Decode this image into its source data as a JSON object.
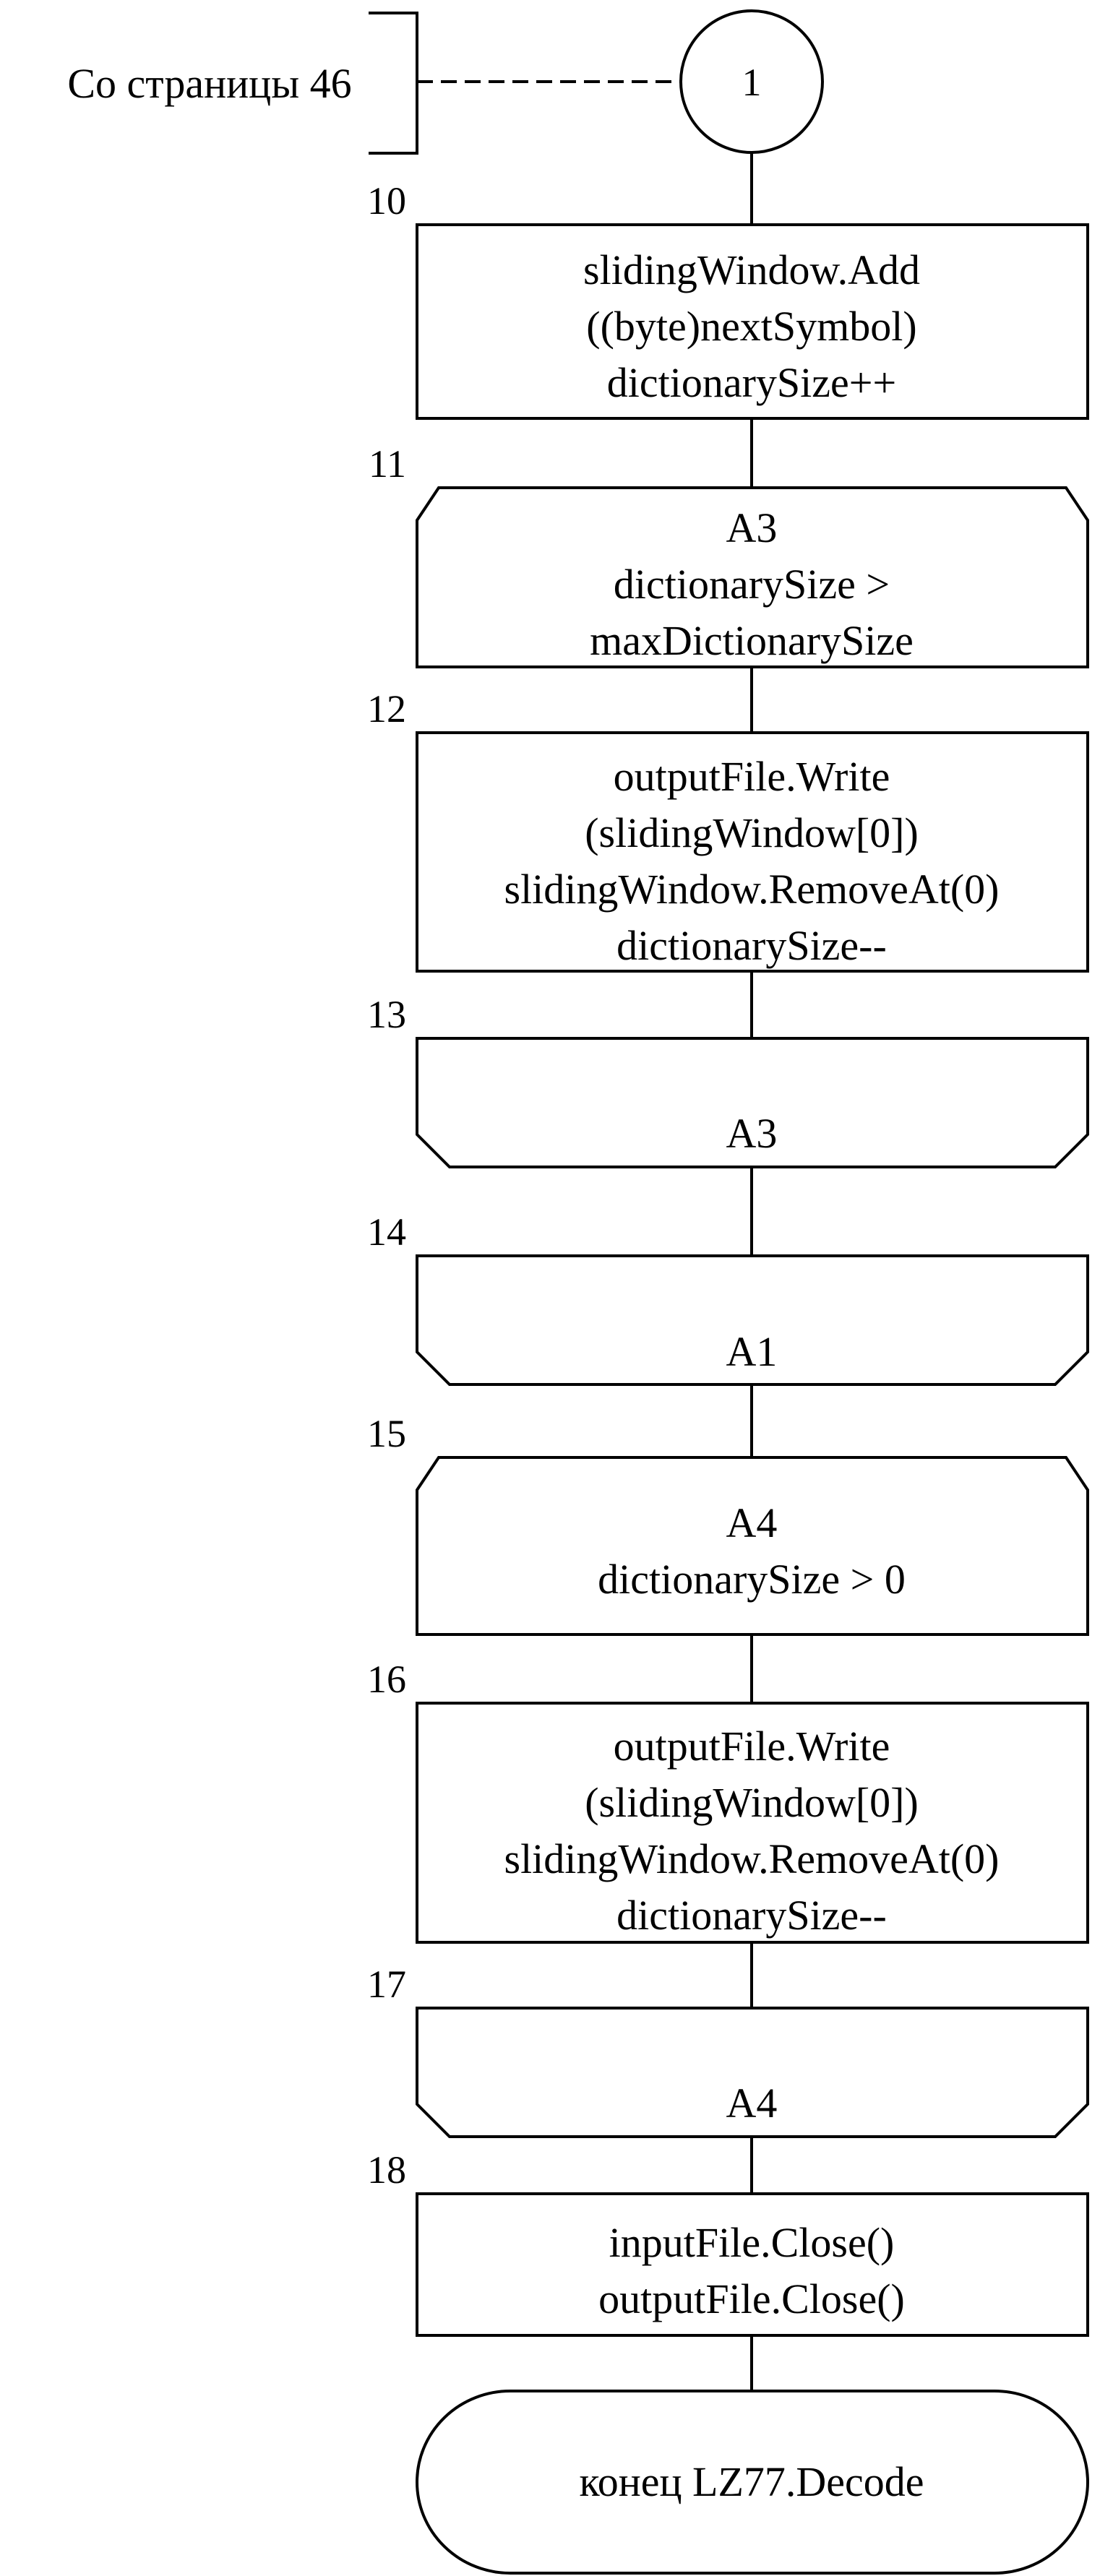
{
  "offpage_note": "Со страницы 46",
  "connector_label": "1",
  "blocks": [
    {
      "number": "10",
      "type": "process",
      "lines": [
        "slidingWindow.Add",
        "((byte)nextSymbol)",
        "dictionarySize++"
      ]
    },
    {
      "number": "11",
      "type": "loop-start",
      "lines": [
        "A3",
        "dictionarySize >",
        "maxDictionarySize"
      ]
    },
    {
      "number": "12",
      "type": "process",
      "lines": [
        "outputFile.Write",
        "(slidingWindow[0])",
        "slidingWindow.RemoveAt(0)",
        "dictionarySize--"
      ]
    },
    {
      "number": "13",
      "type": "loop-end",
      "lines": [
        "A3"
      ]
    },
    {
      "number": "14",
      "type": "loop-end",
      "lines": [
        "A1"
      ]
    },
    {
      "number": "15",
      "type": "loop-start",
      "lines": [
        "A4",
        "dictionarySize > 0"
      ]
    },
    {
      "number": "16",
      "type": "process",
      "lines": [
        "outputFile.Write",
        "(slidingWindow[0])",
        "slidingWindow.RemoveAt(0)",
        "dictionarySize--"
      ]
    },
    {
      "number": "17",
      "type": "loop-end",
      "lines": [
        "A4"
      ]
    },
    {
      "number": "18",
      "type": "process",
      "lines": [
        "inputFile.Close()",
        "outputFile.Close()"
      ]
    },
    {
      "number": "",
      "type": "terminator",
      "lines": [
        "конец LZ77.Decode"
      ]
    }
  ]
}
